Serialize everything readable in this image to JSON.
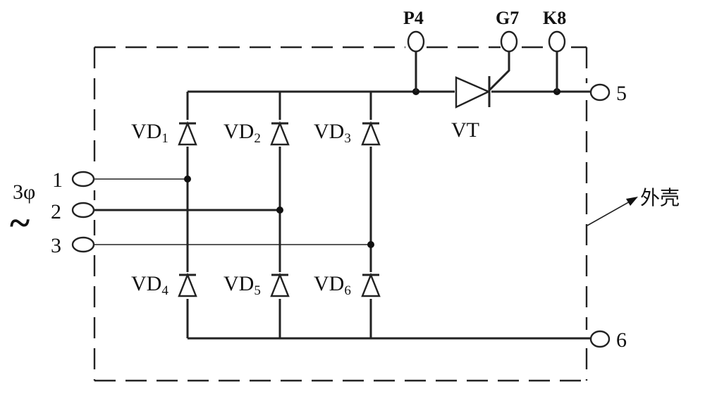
{
  "diagram": {
    "phase_label": "3φ",
    "ac_symbol": "~",
    "inputs": [
      "1",
      "2",
      "3"
    ],
    "outputs": [
      "5",
      "6"
    ],
    "top_pins": [
      "P4",
      "G7",
      "K8"
    ],
    "diodes_top": [
      "VD",
      "VD",
      "VD"
    ],
    "diodes_top_sub": [
      "1",
      "2",
      "3"
    ],
    "diodes_bottom": [
      "VD",
      "VD",
      "VD"
    ],
    "diodes_bottom_sub": [
      "4",
      "5",
      "6"
    ],
    "thyristor_label": "VT",
    "housing_label": "外壳"
  }
}
